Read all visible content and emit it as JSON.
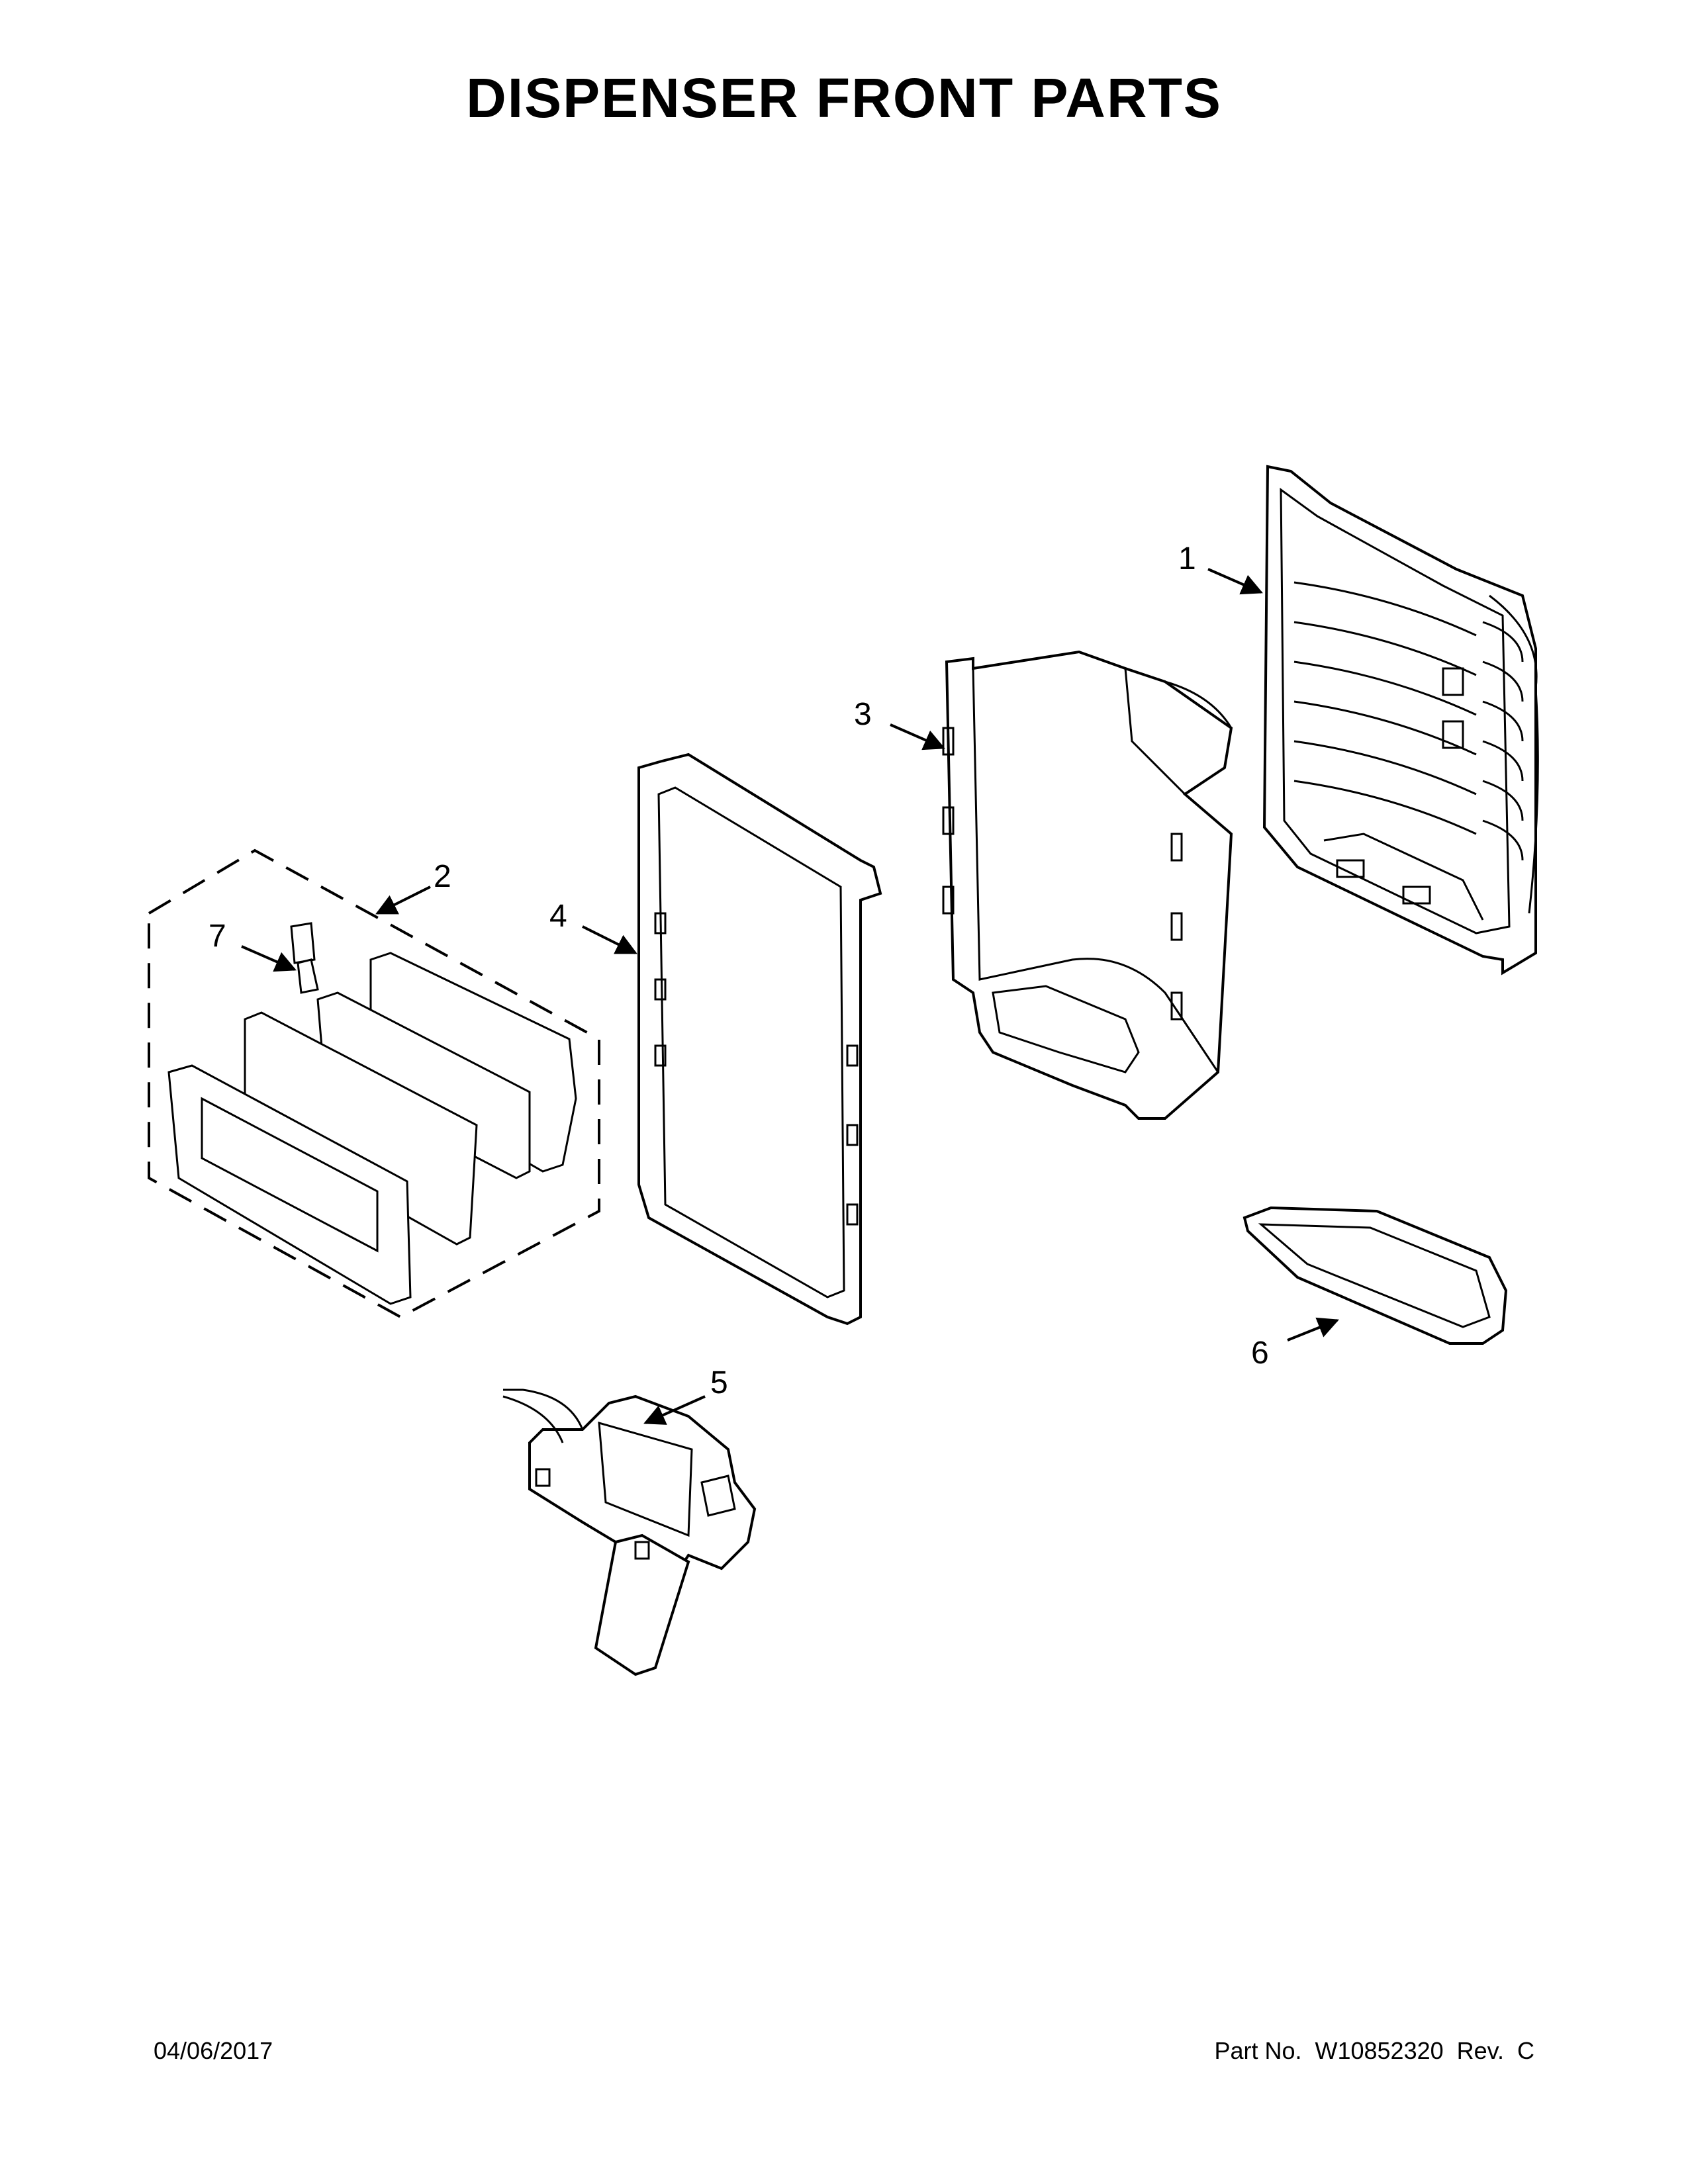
{
  "title": "DISPENSER FRONT PARTS",
  "callouts": [
    "1",
    "2",
    "3",
    "4",
    "5",
    "6",
    "7"
  ],
  "footer": {
    "date": "04/06/2017",
    "part_no": "Part No.  W10852320  Rev.  C"
  },
  "colors": {
    "line": "#000000",
    "background": "#ffffff"
  }
}
